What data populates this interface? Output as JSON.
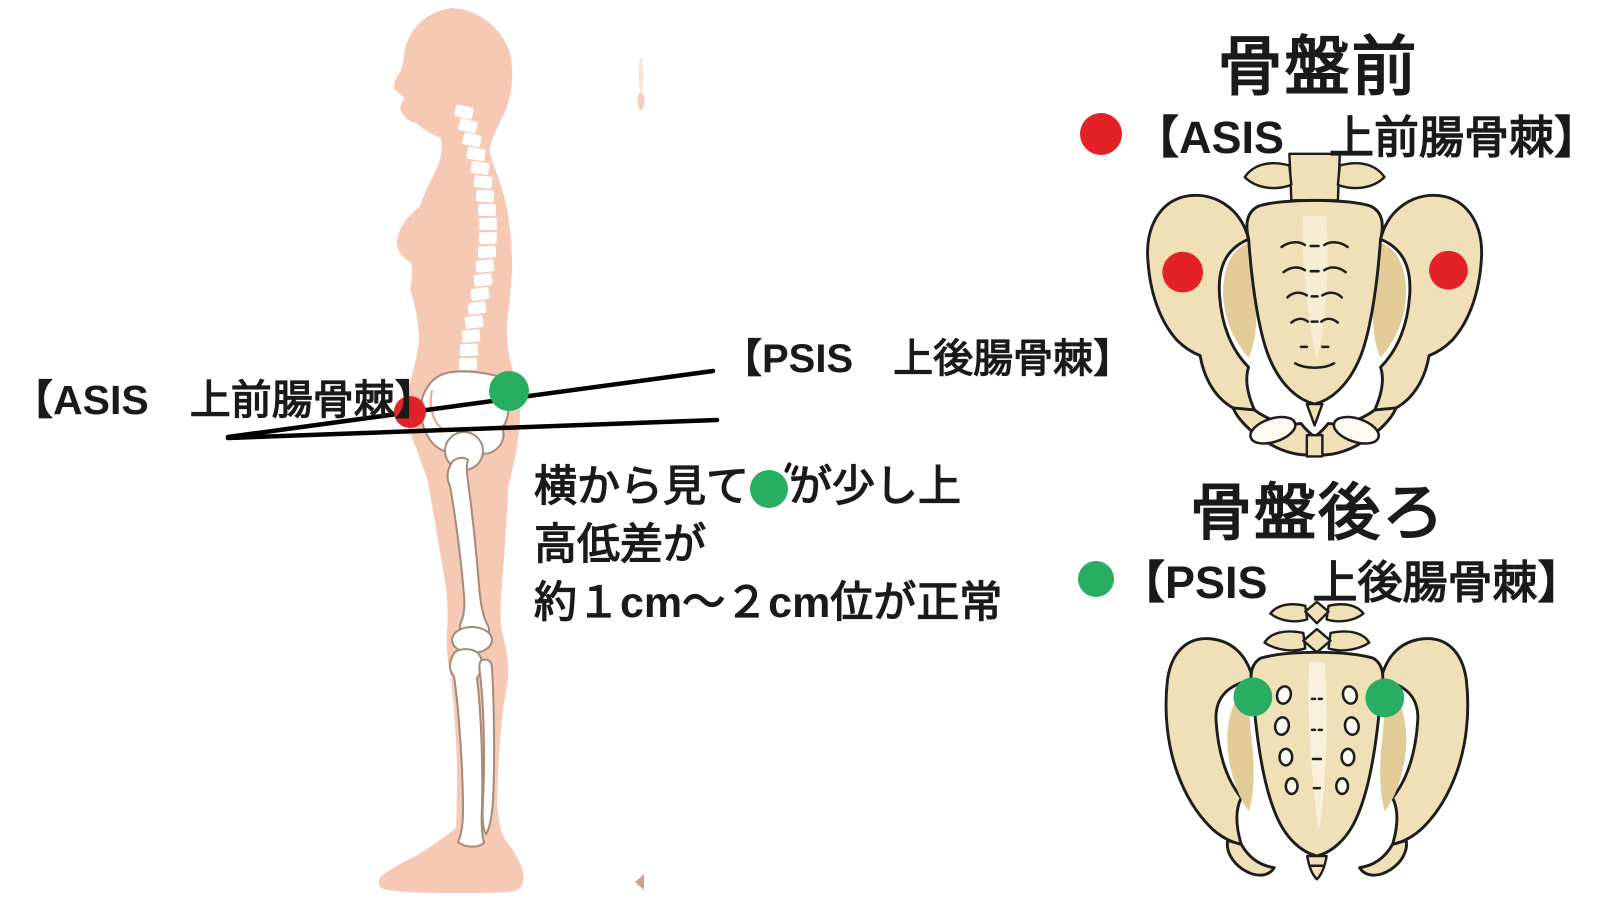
{
  "colors": {
    "red": "#e32227",
    "green": "#27ae60",
    "skin": "#f5c9b3",
    "skin_line": "#e7ac92",
    "bone_fill": "#efe0b8",
    "bone_shade": "#e2cb96",
    "bone_light": "#f8f0da",
    "outline": "#1d1d1b",
    "white_bone_stroke": "#a5897a",
    "line": "#000000"
  },
  "left_figure": {
    "asis_label": "【ASIS　上前腸骨棘】",
    "psis_label": "【PSIS　上後腸骨棘】",
    "note": {
      "line1_before": "横から見て",
      "line1_after": "が少し上",
      "line2": "高低差が",
      "line3": "約１cm～２cm位が正常"
    }
  },
  "right_panel": {
    "front": {
      "title": "骨盤前",
      "legend_label": "【ASIS　上前腸骨棘】"
    },
    "back": {
      "title": "骨盤後ろ",
      "legend_label": "【PSIS　上後腸骨棘】"
    }
  }
}
